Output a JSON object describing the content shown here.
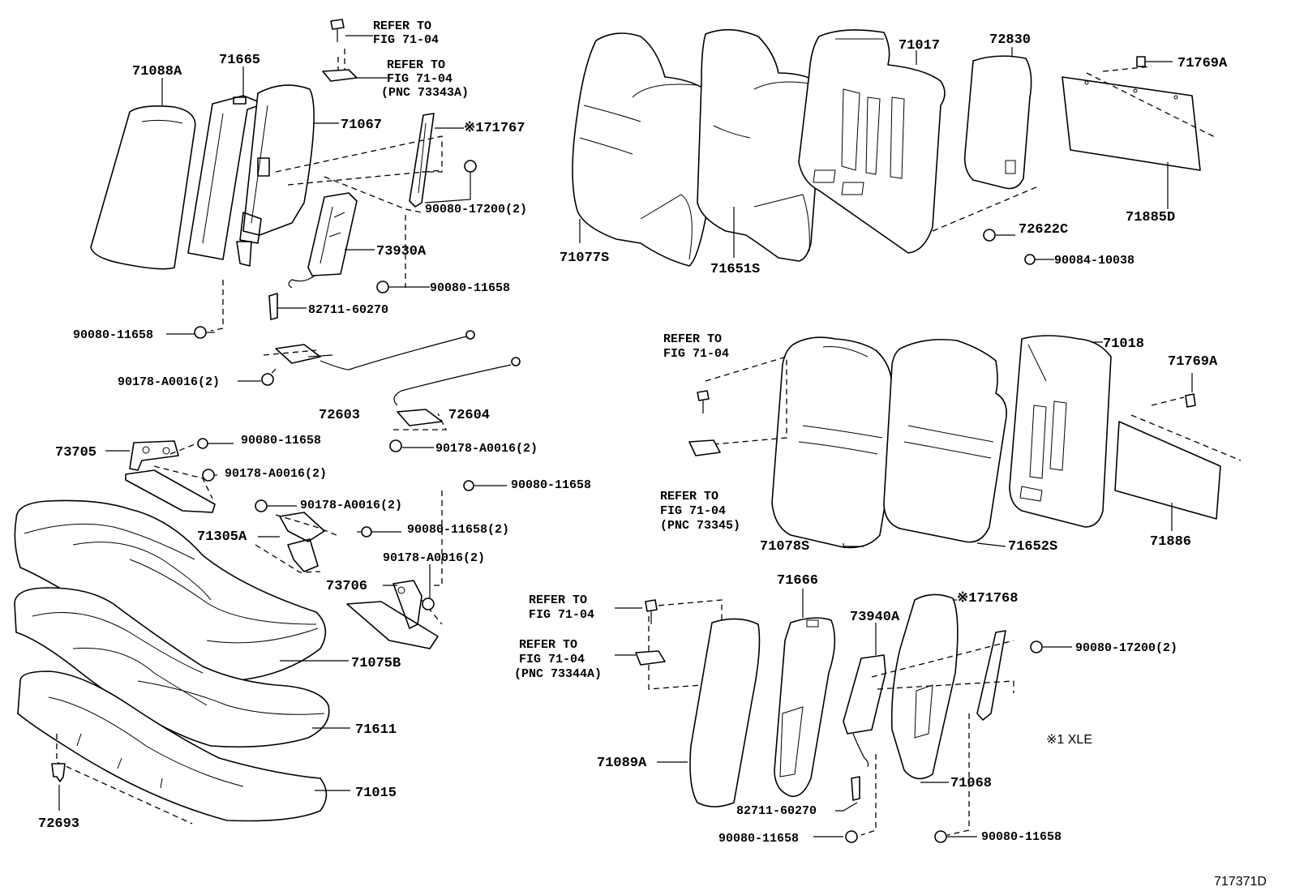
{
  "diagram": {
    "figure_code": "717371D",
    "footnote": "※1 XLE"
  },
  "labels": {
    "p71088A": "71088A",
    "p71665": "71665",
    "p71067": "71067",
    "p71767": "※171767",
    "p90080_17200_a": "90080-17200(2)",
    "p73930A": "73930A",
    "p90080_11658_a": "90080-11658",
    "p82711_60270_a": "82711-60270",
    "p90080_11658_b": "90080-11658",
    "p90178_A0016_a": "90178-A0016(2)",
    "p72603": "72603",
    "p72604": "72604",
    "p90178_A0016_b": "90178-A0016(2)",
    "p73705": "73705",
    "p90080_11658_c": "90080-11658",
    "p90178_A0016_c": "90178-A0016(2)",
    "p90080_11658_d": "90080-11658",
    "p90178_A0016_d": "90178-A0016(2)",
    "p71305A": "71305A",
    "p90080_11658_e": "90080-11658(2)",
    "p90178_A0016_e": "90178-A0016(2)",
    "p73706": "73706",
    "p71075B": "71075B",
    "p71611": "71611",
    "p71015": "71015",
    "p72693": "72693",
    "p71077S": "71077S",
    "p71651S": "71651S",
    "p71017": "71017",
    "p72830": "72830",
    "p71769A_a": "71769A",
    "p71885D": "71885D",
    "p72622C": "72622C",
    "p90084_10038": "90084-10038",
    "p71018": "71018",
    "p71769A_b": "71769A",
    "p71078S": "71078S",
    "p71652S": "71652S",
    "p71886": "71886",
    "p71666": "71666",
    "p73940A": "73940A",
    "p71768": "※171768",
    "p90080_17200_b": "90080-17200(2)",
    "p71089A": "71089A",
    "p71068": "71068",
    "p82711_60270_b": "82711-60270",
    "p90080_11658_f": "90080-11658",
    "p90080_11658_g": "90080-11658"
  },
  "refs": {
    "r1_l1": "REFER TO",
    "r1_l2": "FIG 71-04",
    "r2_l1": "REFER TO",
    "r2_l2": "FIG 71-04",
    "r2_l3": "(PNC 73343A)",
    "r3_l1": "REFER TO",
    "r3_l2": "FIG 71-04",
    "r4_l1": "REFER TO",
    "r4_l2": "FIG 71-04",
    "r4_l3": "(PNC 73345)",
    "r5_l1": "REFER TO",
    "r5_l2": "FIG 71-04",
    "r6_l1": "REFER TO",
    "r6_l2": "FIG 71-04",
    "r6_l3": "(PNC 73344A)"
  }
}
